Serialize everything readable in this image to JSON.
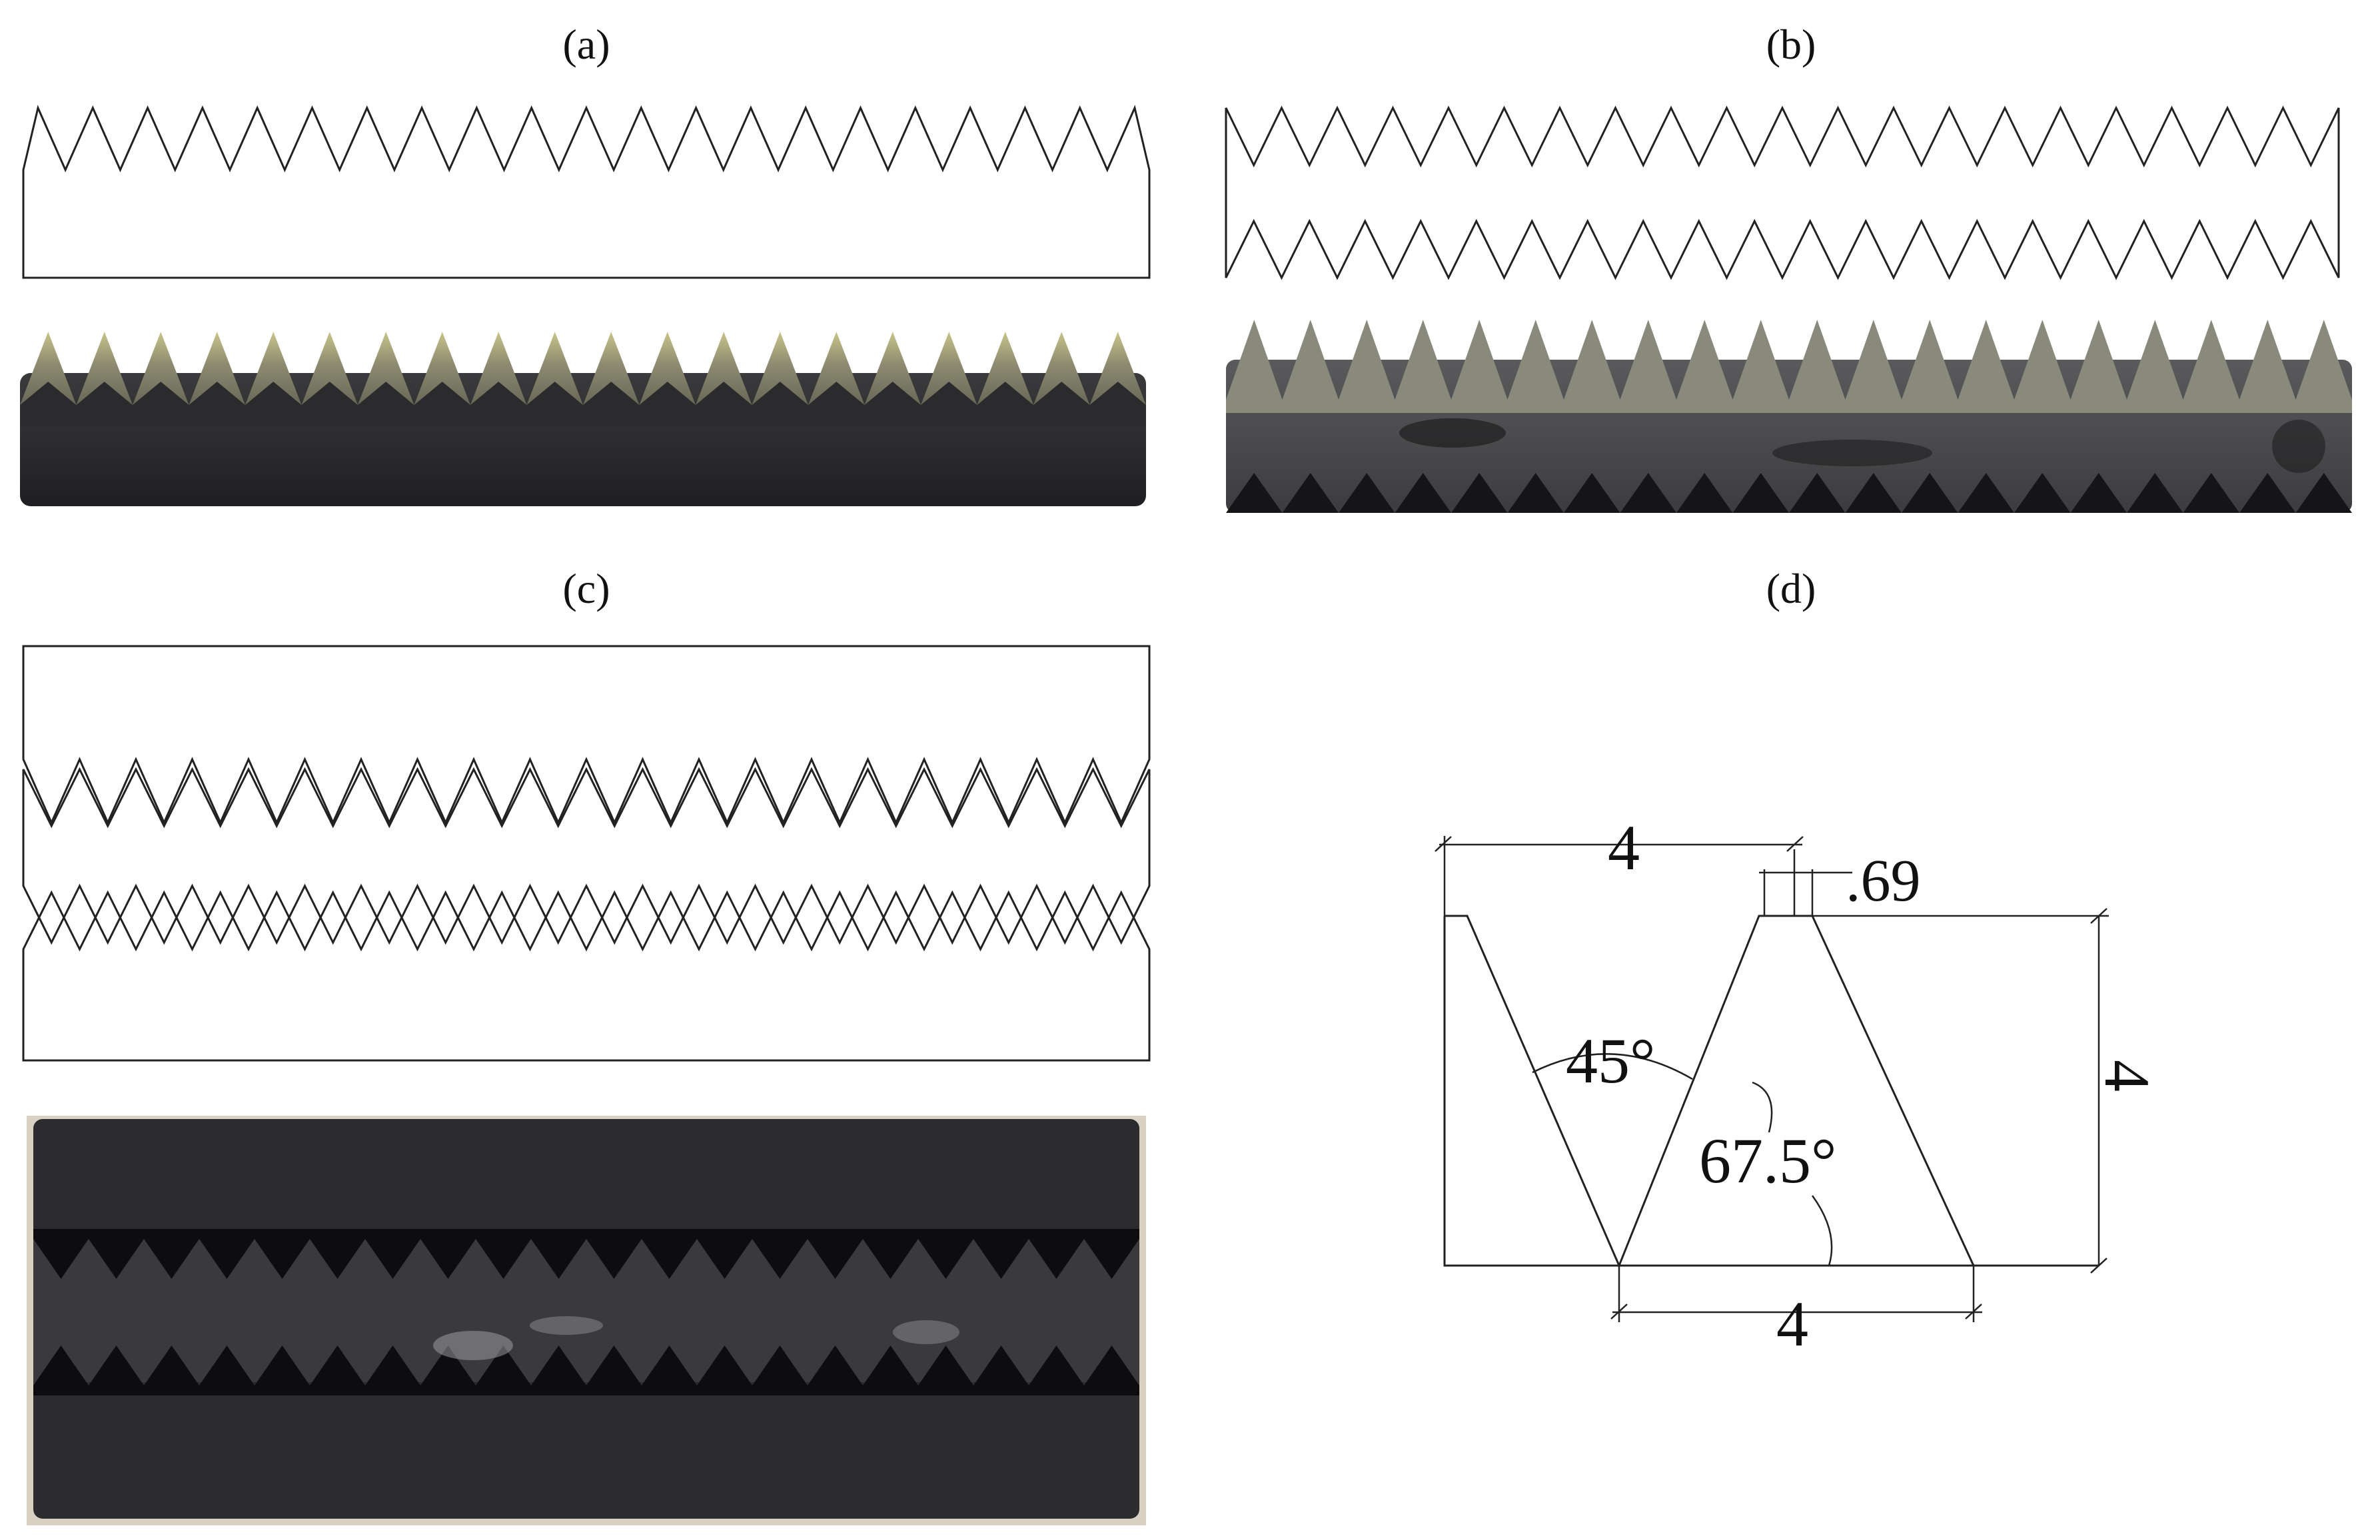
{
  "panels": {
    "a": {
      "label": "(a)"
    },
    "b": {
      "label": "(b)"
    },
    "c": {
      "label": "(c)"
    },
    "d": {
      "label": "(d)"
    }
  },
  "dimensions": {
    "top_width": "4",
    "tip_width": ".69",
    "height": "4",
    "bottom_width": "4",
    "flank_angle": "45°",
    "base_angle": "67.5°"
  },
  "colors": {
    "steel_dark": "#2b2b2d",
    "steel_mid": "#4a4a4c",
    "steel_tooth": "#8c8a70",
    "steel_highlight": "#c9c48a",
    "line": "#222222"
  },
  "teeth_per_specimen": 20
}
